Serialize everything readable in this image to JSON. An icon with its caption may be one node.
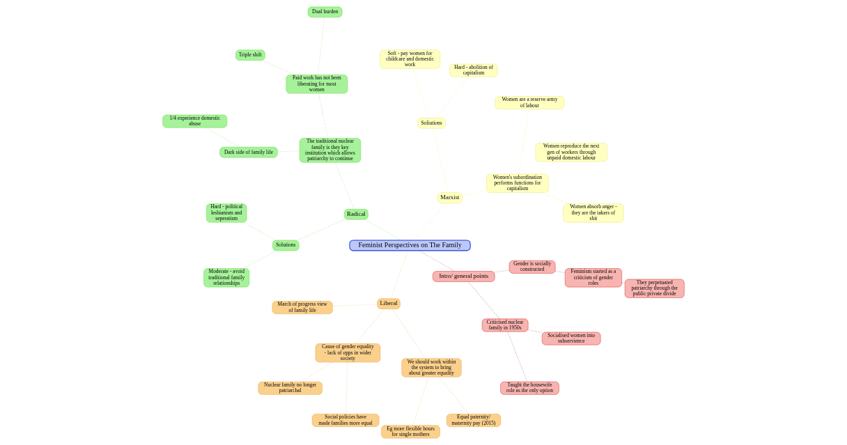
{
  "diagram": {
    "nodes": [
      {
        "text": [
          "Feminist Perspectives on The Family"
        ]
      },
      {
        "text": [
          "Marxist"
        ]
      },
      {
        "text": [
          "Women's subordination performs functions for capitalism"
        ]
      },
      {
        "text": [
          "Women absorb anger - they are the takers of shit"
        ]
      },
      {
        "text": [
          "Women reproduce the next gen of workers through unpaid domestic labour"
        ]
      },
      {
        "text": [
          "Women are a reserve army of labour"
        ]
      },
      {
        "text": [
          "Soliutions"
        ]
      },
      {
        "text": [
          "Hard - abolition of capitalism"
        ]
      },
      {
        "text": [
          "Soft - pay women for childcare and domestic work"
        ]
      },
      {
        "text": [
          "Radical"
        ]
      },
      {
        "text": [
          "The traditional nuclear family is they key institution which allows patriarchy to continue"
        ]
      },
      {
        "text": [
          "Paid work has not been liberating for most women"
        ]
      },
      {
        "text": [
          "Dual burden"
        ]
      },
      {
        "text": [
          "Triple shift"
        ]
      },
      {
        "text": [
          "Dark side of family life"
        ]
      },
      {
        "text": [
          "1/4 experience domestic abuse"
        ]
      },
      {
        "text": [
          "Solutions"
        ]
      },
      {
        "text": [
          "Hard - political lesbianism and seperatism"
        ]
      },
      {
        "text": [
          "Moderate - avoid traditional family relationships"
        ]
      },
      {
        "text": [
          "Liberal"
        ]
      },
      {
        "text": [
          "March of progress view of family life"
        ]
      },
      {
        "text": [
          "Cause of gender equality - lack of opps in wider society"
        ]
      },
      {
        "text": [
          "Nuclear family no longer patriarchal"
        ]
      },
      {
        "text": [
          "Social policies have made families more equal"
        ]
      },
      {
        "text": [
          "We should work within the system to bring about greater equality"
        ]
      },
      {
        "text": [
          "Eg more flexible hours for single mothers"
        ]
      },
      {
        "text": [
          "Equal paternity/ maternity pay (2015)"
        ]
      },
      {
        "text": [
          "Intro/ general points"
        ]
      },
      {
        "text": [
          "Criticised nuclear family in 1950s"
        ]
      },
      {
        "text": [
          "Taught the housewife role as the only option"
        ]
      },
      {
        "text": [
          "Socialised women into subservience"
        ]
      },
      {
        "text": [
          "Gender is socially constructed"
        ]
      },
      {
        "text": [
          "Feminism started as a criticism of gender roles"
        ]
      },
      {
        "text": [
          "They perpetuated patriarchy through the public private divide"
        ]
      }
    ],
    "edges": [
      {
        "from": 0,
        "to": 1,
        "arrow": "none",
        "color": "#e8e86a"
      },
      {
        "from": 1,
        "to": 2,
        "arrow": "none",
        "color": "#e8e86a"
      },
      {
        "from": 2,
        "to": 3,
        "arrow": "none",
        "color": "#e8e86a"
      },
      {
        "from": 2,
        "to": 4,
        "arrow": "none",
        "color": "#e8e86a"
      },
      {
        "from": 2,
        "to": 5,
        "arrow": "none",
        "color": "#e8e86a"
      },
      {
        "from": 1,
        "to": 6,
        "arrow": "none",
        "color": "#e8e86a"
      },
      {
        "from": 6,
        "to": 7,
        "arrow": "none",
        "color": "#e8e86a"
      },
      {
        "from": 6,
        "to": 8,
        "arrow": "none",
        "color": "#e8e86a"
      },
      {
        "from": 0,
        "to": 9,
        "arrow": "none"
      },
      {
        "from": 9,
        "to": 10,
        "arrow": "none"
      },
      {
        "from": 10,
        "to": 11,
        "arrow": "none"
      },
      {
        "from": 11,
        "to": 12,
        "arrow": "none"
      },
      {
        "from": 11,
        "to": 13,
        "arrow": "none"
      },
      {
        "from": 10,
        "to": 14,
        "arrow": "none"
      },
      {
        "from": 14,
        "to": 15,
        "arrow": "none"
      },
      {
        "from": 9,
        "to": 16,
        "arrow": "none"
      },
      {
        "from": 16,
        "to": 17,
        "arrow": "none"
      },
      {
        "from": 16,
        "to": 18,
        "arrow": "none"
      },
      {
        "from": 0,
        "to": 19,
        "arrow": "none",
        "color": "#e8a94a"
      },
      {
        "from": 19,
        "to": 20,
        "arrow": "none",
        "color": "#e8a94a"
      },
      {
        "from": 19,
        "to": 21,
        "arrow": "none",
        "color": "#e8a94a"
      },
      {
        "from": 21,
        "to": 22,
        "arrow": "none",
        "color": "#e8a94a"
      },
      {
        "from": 21,
        "to": 23,
        "arrow": "none",
        "color": "#e8a94a"
      },
      {
        "from": 19,
        "to": 24,
        "arrow": "none",
        "color": "#e8a94a"
      },
      {
        "from": 24,
        "to": 25,
        "arrow": "none",
        "color": "#e8a94a"
      },
      {
        "from": 24,
        "to": 26,
        "arrow": "none",
        "color": "#e8a94a"
      },
      {
        "from": 0,
        "to": 27,
        "arrow": "none",
        "color": "#b02020"
      },
      {
        "from": 27,
        "to": 28,
        "arrow": "none",
        "color": "#b02020"
      },
      {
        "from": 28,
        "to": 29,
        "arrow": "none",
        "color": "#b02020"
      },
      {
        "from": 28,
        "to": 30,
        "arrow": "none",
        "color": "#b02020"
      },
      {
        "from": 27,
        "to": 31,
        "arrow": "none",
        "color": "#b02020"
      },
      {
        "from": 31,
        "to": 32,
        "arrow": "none",
        "color": "#b02020"
      },
      {
        "from": 32,
        "to": 33,
        "arrow": "none",
        "color": "#b02020"
      }
    ]
  }
}
